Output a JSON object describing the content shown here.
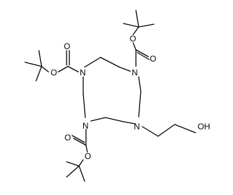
{
  "molecule": {
    "atoms": {
      "n_top_left": "N",
      "n_top_right": "N",
      "n_bottom_left": "N",
      "n_bottom_right": "N",
      "o_carbonyl_1": "O",
      "o_ester_1": "O",
      "o_carbonyl_2": "O",
      "o_ester_2": "O",
      "o_carbonyl_3": "O",
      "o_ester_3": "O",
      "hydroxyl": "OH"
    }
  },
  "colors": {
    "bond": "#000000",
    "background": "#ffffff"
  }
}
